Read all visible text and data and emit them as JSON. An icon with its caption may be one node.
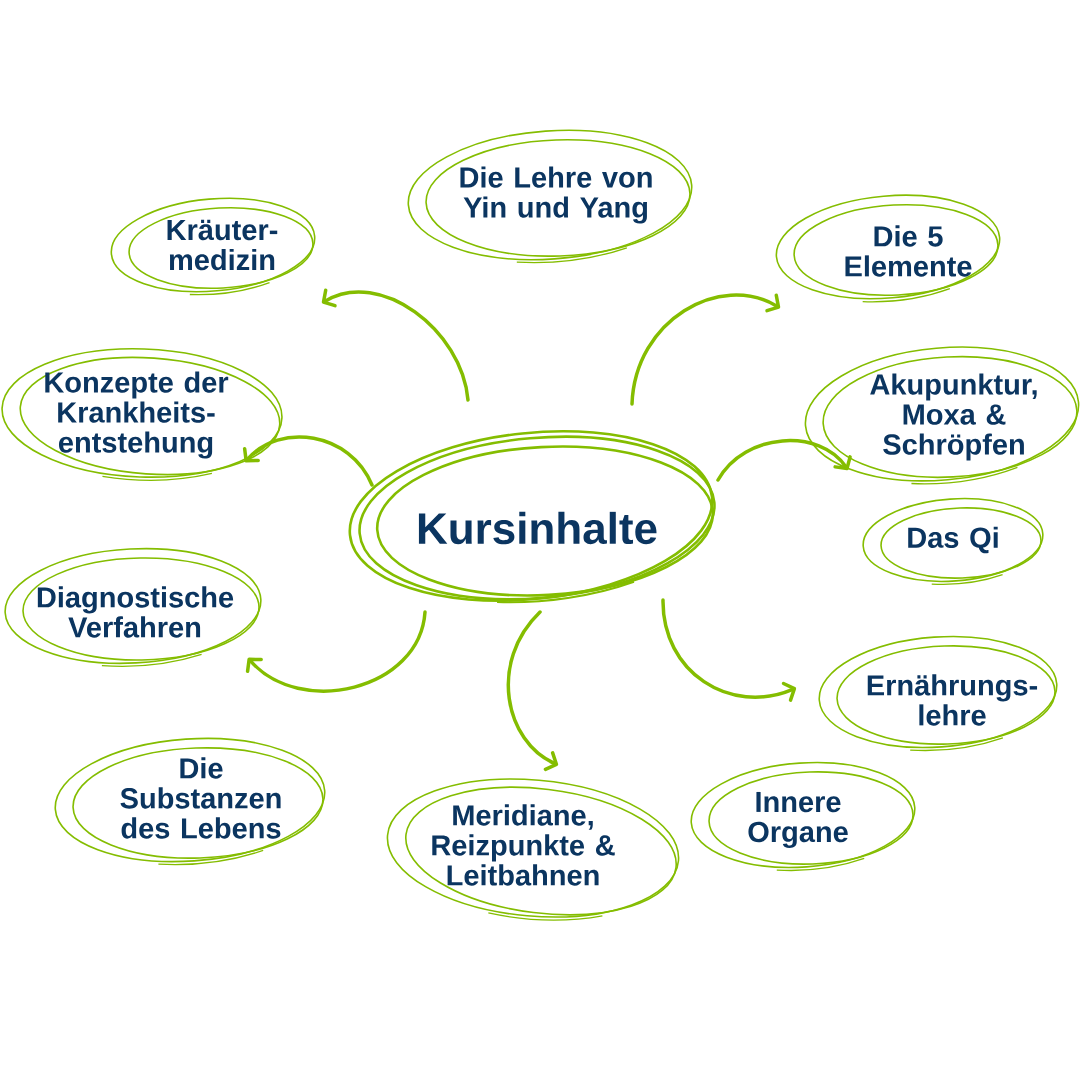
{
  "diagram": {
    "nodes": [
      {
        "text": [
          "Kursinhalte"
        ]
      },
      {
        "text": [
          "Die Lehre von Yin und Yang"
        ]
      },
      {
        "text": [
          "Kräuter- medizin"
        ]
      },
      {
        "text": [
          "Die 5 Elemente"
        ]
      },
      {
        "text": [
          "Konzepte der Krankheits- entstehung"
        ]
      },
      {
        "text": [
          "Akupunktur, Moxa & Schröpfen"
        ]
      },
      {
        "text": [
          "Das Qi"
        ]
      },
      {
        "text": [
          "Diagnostische Verfahren"
        ]
      },
      {
        "text": [
          "Ernährungs- lehre"
        ]
      },
      {
        "text": [
          "Die Substanzen des Lebens"
        ]
      },
      {
        "text": [
          "Meridiane, Reizpunkte & Leitbahnen"
        ]
      },
      {
        "text": [
          "Innere Organe"
        ]
      }
    ],
    "edges": [
      {
        "from": 0,
        "to": 2,
        "arrow": "to"
      },
      {
        "from": 0,
        "to": 3,
        "arrow": "to"
      },
      {
        "from": 0,
        "to": 4,
        "arrow": "to"
      },
      {
        "from": 0,
        "to": 5,
        "arrow": "to"
      },
      {
        "from": 0,
        "to": 7,
        "arrow": "to"
      },
      {
        "from": 0,
        "to": 10,
        "arrow": "to"
      },
      {
        "from": 0,
        "to": 8,
        "arrow": "to"
      }
    ]
  }
}
